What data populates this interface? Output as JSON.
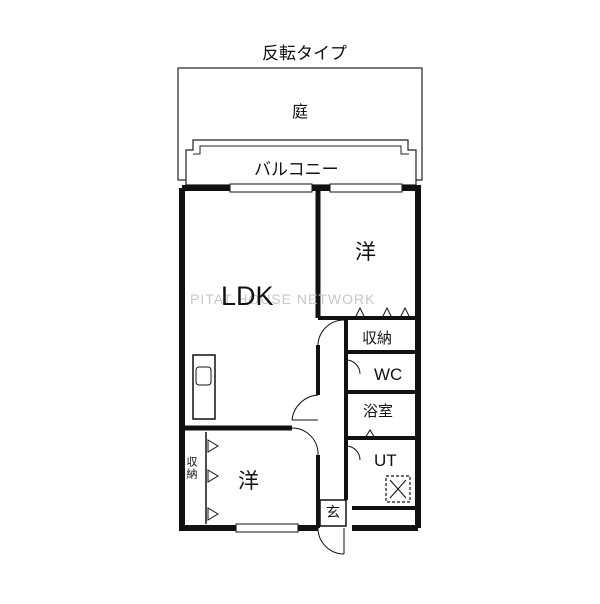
{
  "plan": {
    "title": "反転タイプ",
    "watermark": "PITAT HOUSE NETWORK",
    "areas": {
      "garden": "庭",
      "balcony": "バルコニー"
    },
    "rooms": {
      "ldk": "LDK",
      "western_room_1": "洋",
      "western_room_2": "洋",
      "storage_1": "収納",
      "storage_2": "収納",
      "toilet": "WC",
      "bathroom": "浴室",
      "utility": "UT",
      "entrance": "玄"
    }
  }
}
